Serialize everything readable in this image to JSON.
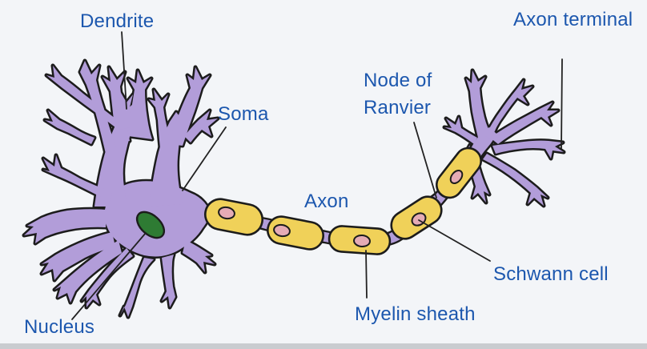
{
  "diagram": {
    "subject": "Neuron anatomy diagram",
    "labels": {
      "dendrite": "Dendrite",
      "soma": "Soma",
      "nucleus": "Nucleus",
      "axon": "Axon",
      "node_of_ranvier": "Node of Ranvier",
      "axon_terminal": "Axon terminal",
      "schwann_cell": "Schwann cell",
      "myelin_sheath": "Myelin sheath"
    },
    "colors": {
      "background": "#f3f5f8",
      "label_text": "#1c57ae",
      "neuron_body": "#b29dd9",
      "myelin_sheath": "#f0d159",
      "schwann_nucleus": "#e5abb5",
      "cell_nucleus": "#2e7b33",
      "outline": "#1c1c1c",
      "bottom_bar": "#c9ccd0"
    }
  }
}
